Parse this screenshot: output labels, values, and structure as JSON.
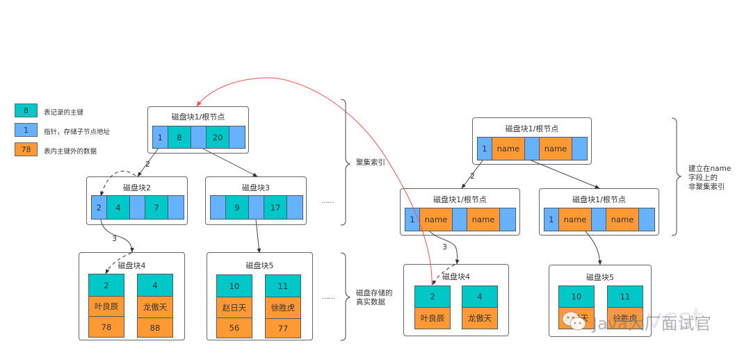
{
  "legend": [
    {
      "value": "8",
      "text": "表记录的主键",
      "color": "#00c8c8"
    },
    {
      "value": "1",
      "text": "指针，存储子节点地址",
      "color": "#66b2ff"
    },
    {
      "value": "78",
      "text": "表内主键外的数据",
      "color": "#ff9933"
    }
  ],
  "clustered": {
    "root": {
      "title": "磁盘块1/根节点",
      "cells": [
        "1",
        "8",
        "",
        "20",
        ""
      ]
    },
    "block2": {
      "title": "磁盘块2",
      "cells": [
        "2",
        "4",
        "",
        "7",
        ""
      ]
    },
    "block3": {
      "title": "磁盘块3",
      "cells": [
        "",
        "9",
        "",
        "17",
        ""
      ]
    },
    "block4": {
      "title": "磁盘块4",
      "records": [
        {
          "id": "2",
          "name": "叶良辰",
          "value": "78"
        },
        {
          "id": "4",
          "name": "龙傲天",
          "value": "88"
        }
      ]
    },
    "block5": {
      "title": "磁盘块5",
      "records": [
        {
          "id": "10",
          "name": "赵日天",
          "value": "56"
        },
        {
          "id": "11",
          "name": "徐胜虎",
          "value": "77"
        }
      ]
    },
    "ellipsis_index": "……",
    "ellipsis_data": "……",
    "brace_index_label": "聚集索引",
    "brace_data_label_line1": "磁盘存储的",
    "brace_data_label_line2": "真实数据",
    "edge_label_2": "2",
    "edge_label_3": "3"
  },
  "secondary": {
    "root": {
      "title": "磁盘块1/根节点",
      "cells": [
        "1",
        "name",
        "",
        "name",
        ""
      ]
    },
    "left": {
      "title": "磁盘块1/根节点",
      "cells": [
        "1",
        "name",
        "",
        "name",
        ""
      ]
    },
    "right": {
      "title": "磁盘块1/根节点",
      "cells": [
        "1",
        "name",
        "",
        "name",
        ""
      ]
    },
    "block4": {
      "title": "磁盘块4",
      "records": [
        {
          "id": "2",
          "name": "叶良辰"
        },
        {
          "id": "4",
          "name": "龙傲天"
        }
      ]
    },
    "block5": {
      "title": "磁盘块5",
      "records": [
        {
          "id": "10",
          "name": "赵日天"
        },
        {
          "id": "11",
          "name": "徐胜虎"
        }
      ]
    },
    "brace_label_line1": "建立在name",
    "brace_label_line2": "字段上的",
    "brace_label_line3": "非聚集索引",
    "edge_label_2": "2",
    "edge_label_3": "3"
  },
  "watermark": {
    "text": "Java大厂面试官",
    "bg_text": "mcvcst"
  },
  "colors": {
    "pointer": "#66b2ff",
    "key": "#00c8c8",
    "data": "#ff9933",
    "lookup_arrow": "#ff4d4d"
  }
}
